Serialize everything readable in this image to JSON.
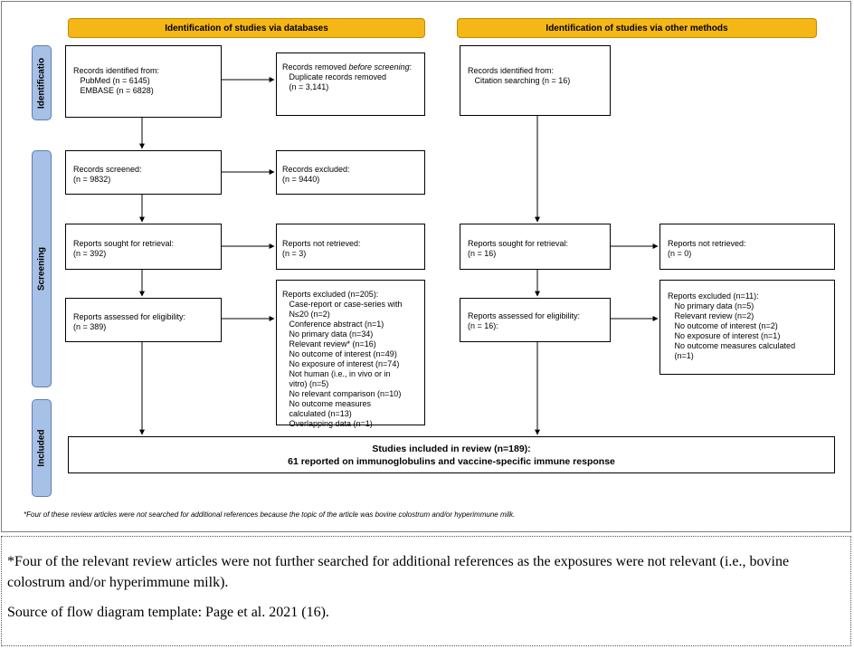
{
  "headers": {
    "databases": "Identification of studies via databases",
    "other": "Identification of studies via other methods"
  },
  "phases": {
    "identification": "Identificatio",
    "screening": "Screening",
    "included": "Included"
  },
  "db": {
    "identified": [
      "Records identified from:",
      "   PubMed (n = 6145)",
      "   EMBASE (n = 6828)"
    ],
    "removed_title_pre": "Records removed ",
    "removed_title_italic": "before screening",
    "removed_title_post": ":",
    "removed": [
      "   Duplicate records removed",
      "   (n = 3,141)"
    ],
    "screened": [
      "Records screened:",
      "(n = 9832)"
    ],
    "excluded": [
      "Records excluded:",
      "(n = 9440)"
    ],
    "sought": [
      "Reports sought for retrieval:",
      "(n = 392)"
    ],
    "not_retrieved": [
      "Reports not retrieved:",
      "(n = 3)"
    ],
    "assessed": [
      "Reports assessed for eligibility:",
      "(n = 389)"
    ],
    "reports_excluded": [
      "Reports excluded (n=205):",
      "   Case-report or case-series with",
      "   N≤20 (n=2)",
      "   Conference abstract (n=1)",
      "   No primary data (n=34)",
      "   Relevant review* (n=16)",
      "   No outcome of interest (n=49)",
      "   No exposure of interest (n=74)",
      "   Not human (i.e., in vivo or in",
      "   vitro) (n=5)",
      "   No relevant comparison (n=10)",
      "   No outcome measures",
      "   calculated (n=13)",
      "   Overlapping data (n=1)"
    ]
  },
  "other": {
    "identified": [
      "Records identified from:",
      "   Citation searching (n = 16)"
    ],
    "sought": [
      "Reports sought for retrieval:",
      "(n = 16)"
    ],
    "not_retrieved": [
      "Reports not retrieved:",
      "(n = 0)"
    ],
    "assessed": [
      "Reports assessed for eligibility:",
      "(n = 16):"
    ],
    "reports_excluded": [
      "Reports excluded (n=11):",
      "   No primary data (n=5)",
      "   Relevant review (n=2)",
      "   No outcome of interest (n=2)",
      "   No exposure of interest (n=1)",
      "   No outcome measures calculated",
      "   (n=1)"
    ]
  },
  "included": {
    "line1": "Studies included in review (n=189):",
    "line2": "61 reported on immunoglobulins and vaccine-specific immune response"
  },
  "footnote": "*Four of these review articles were not searched for additional references because the topic of the article was bovine colostrum and/or hyperimmune milk.",
  "note": {
    "text": "*Four of the relevant review articles were not further searched for additional references as the exposures were not relevant (i.e., bovine colostrum and/or hyperimmune milk).",
    "source": "Source of flow diagram template: Page et al. 2021 (16)."
  }
}
